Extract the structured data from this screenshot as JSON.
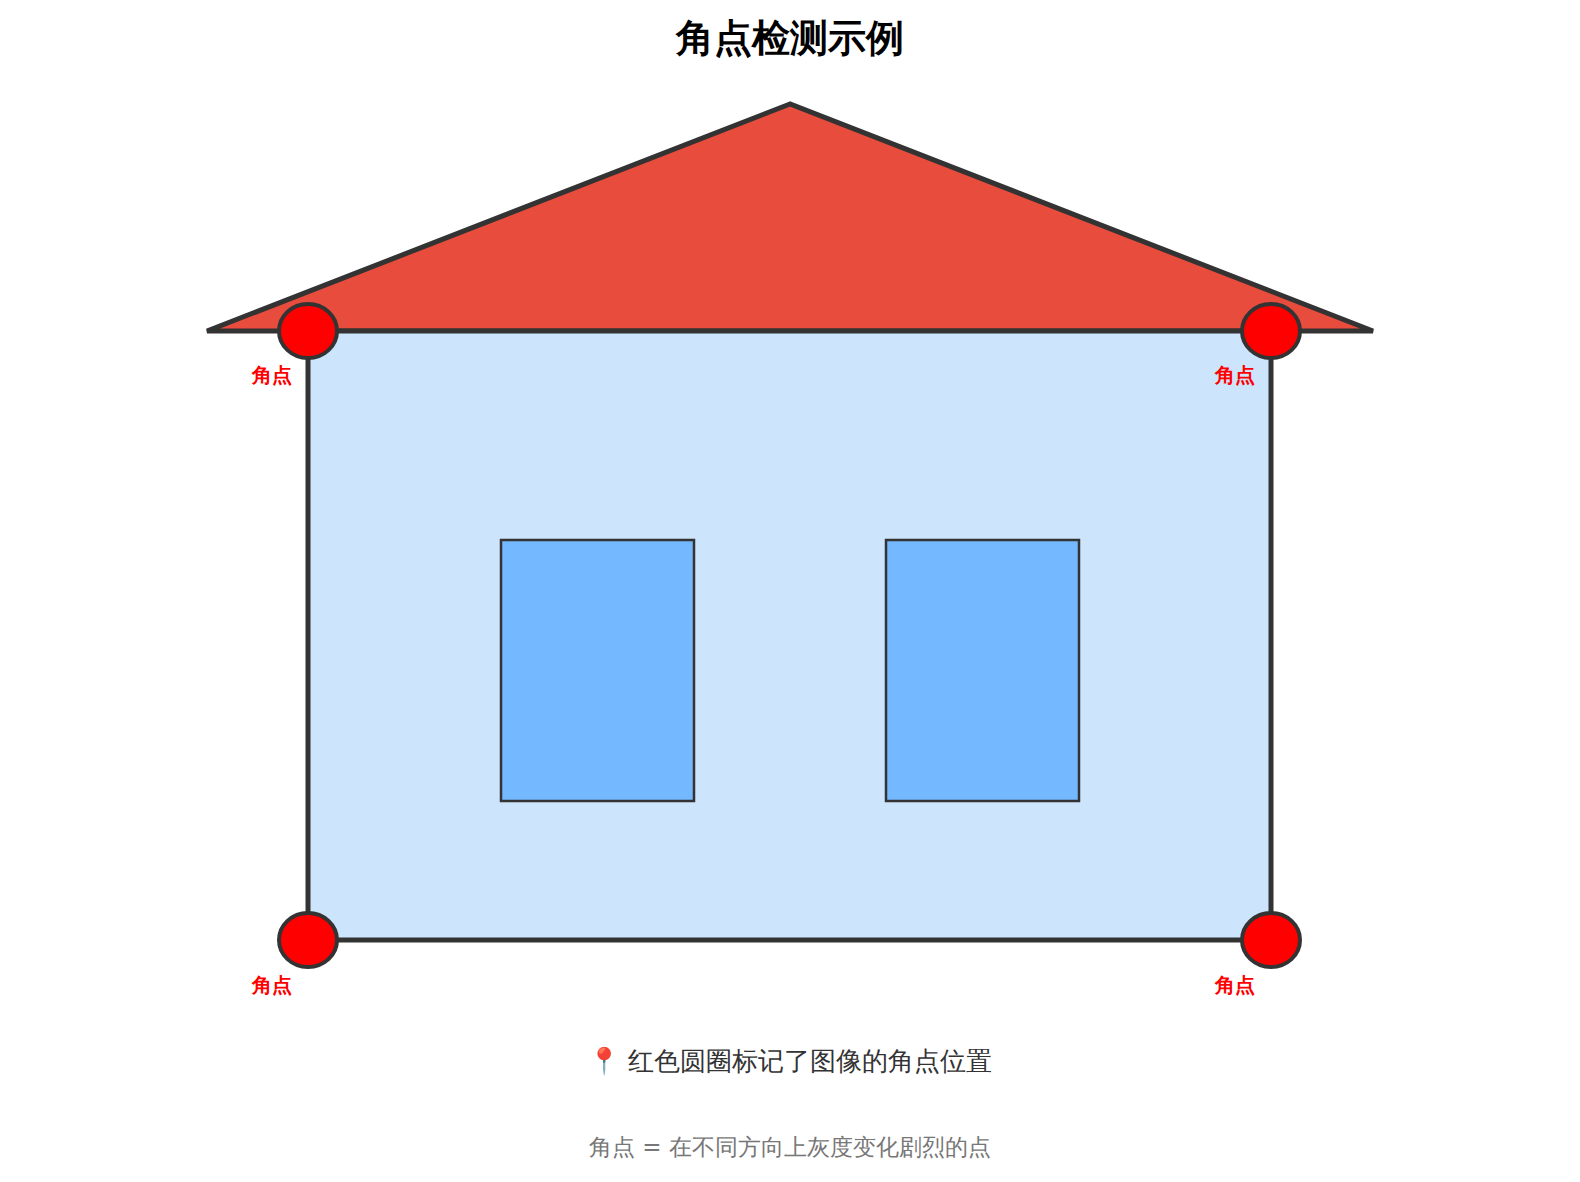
{
  "diagram": {
    "title": "角点检测示例",
    "caption": "📍 红色圆圈标记了图像的角点位置",
    "labels": [
      "角点",
      "角点",
      "角点",
      "角点",
      "角点 = 在不同方向上灰度变化剧烈的点"
    ]
  }
}
